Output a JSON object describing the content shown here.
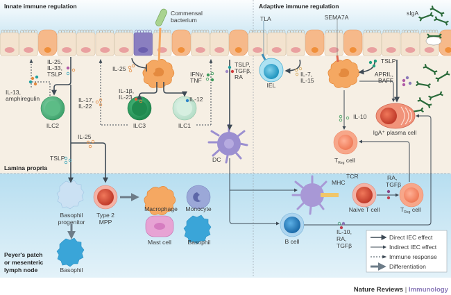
{
  "sections": {
    "innate": "Innate immune regulation",
    "adaptive": "Adaptive immune regulation",
    "lamina": "Lamina propria",
    "peyers": [
      "Peyer's patch",
      "or mesenteric",
      "lymph node"
    ]
  },
  "labels": {
    "commensal": [
      "Commensal",
      "bacterium"
    ],
    "il25_il33_tslp": [
      "IL-25,",
      "IL-33,",
      "TSLP"
    ],
    "il13": [
      "IL-13,",
      "amphiregulin"
    ],
    "il25_top": "IL-25",
    "il17": [
      "IL-17,",
      "IL-22"
    ],
    "il1b": [
      "IL-1β,",
      "IL-23"
    ],
    "il12": "IL-12",
    "ifng": [
      "IFNγ,",
      "TNF"
    ],
    "tslp_tgfb_ra": [
      "TSLP,",
      "TGFβ,",
      "RA"
    ],
    "il25_mid": "IL-25",
    "tslp_left": "TSLP",
    "tla": "TLA",
    "iel": "IEL",
    "il7": [
      "IL-7,",
      "IL-15"
    ],
    "sema7a": "SEMA7A",
    "tslp_right": "TSLP",
    "april": [
      "APRIL,",
      "BAFF"
    ],
    "siga": "sIgA",
    "il10": "IL-10",
    "treg_top": [
      "T",
      "Reg",
      " cell"
    ],
    "plasma": "IgA⁺ plasma cell",
    "mhc": "MHC",
    "tcr": "TCR",
    "ra_tgfb": [
      "RA,",
      "TGFβ"
    ],
    "naive": "Naive T cell",
    "treg_bottom": [
      "T",
      "Reg",
      " cell"
    ],
    "bcell": "B cell",
    "il10_ra_tgfb": [
      "IL-10,",
      "RA,",
      "TGFβ"
    ],
    "ilc2": "ILC2",
    "ilc3": "ILC3",
    "ilc1": "ILC1",
    "dc": "DC",
    "baso_prog": [
      "Basophil",
      "progenitor"
    ],
    "type2mpp": [
      "Type 2",
      "MPP"
    ],
    "macrophage": "Macrophage",
    "monocyte": "Monocyte",
    "mast": "Mast cell",
    "basophil_r": "Basophil",
    "basophil_l": "Basophil"
  },
  "legend": [
    {
      "label": "Direct IEC effect",
      "style": "thick"
    },
    {
      "label": "Indirect IEC effect",
      "style": "thin"
    },
    {
      "label": "Immune response",
      "style": "dashed"
    },
    {
      "label": "Differentiation",
      "style": "block"
    }
  ],
  "credit": {
    "journal": "Nature Reviews",
    "separator": " | ",
    "subject": "Immunology"
  },
  "colors": {
    "lumen": "#d7ecf5",
    "lamina": "#f6efe4",
    "lymph": "#bfe1f1",
    "epithelial": "#f3e3cf",
    "goblet": "#f6b98a",
    "tuft": "#8a7fc0",
    "macrophage": "#f5a862",
    "ilc": "#3aa56b",
    "dc": "#9b8fd0",
    "treg": "#f08a6a",
    "bcell": "#2f86c8",
    "arrow": "#3e4a55",
    "siga": "#2a6a3a"
  }
}
